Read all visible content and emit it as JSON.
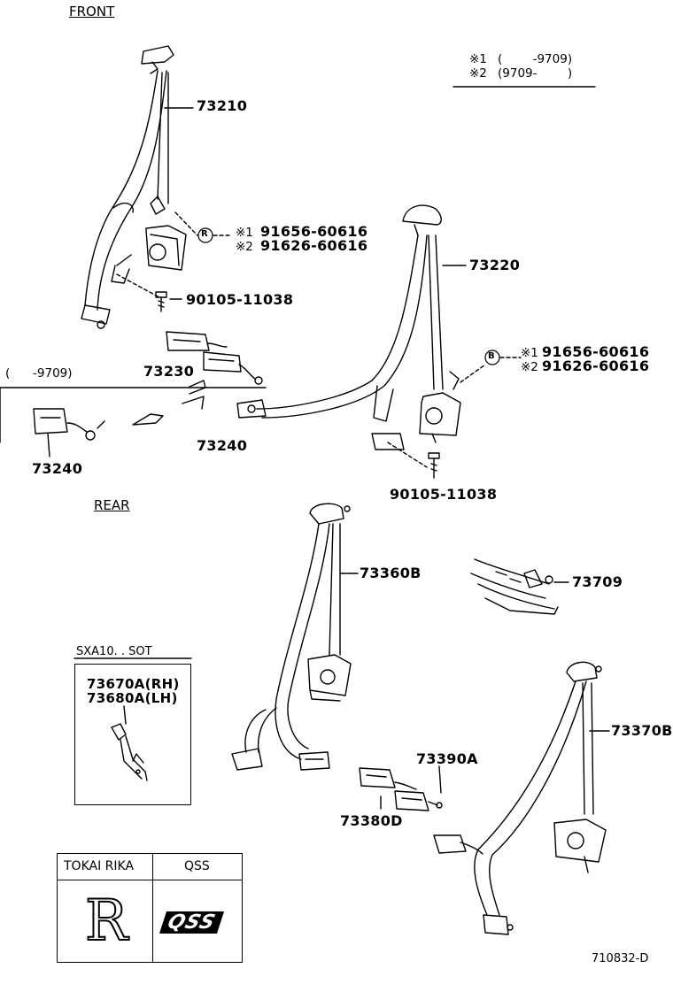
{
  "sections": {
    "front": "FRONT",
    "rear": "REAR"
  },
  "legend": {
    "row1_mark": "※1",
    "row1_range": "(        -9709)",
    "row2_mark": "※2",
    "row2_range": "(9709-        )"
  },
  "front_parts": {
    "p73210": "73210",
    "p73220": "73220",
    "p73230": "73230",
    "p73240_a": "73240",
    "p73240_b": "73240",
    "bolt_left": "90105-11038",
    "bolt_right": "90105-11038",
    "left_nut": {
      "badge": "R",
      "mark1": "※1",
      "part1": "91656-60616",
      "mark2": "※2",
      "part2": "91626-60616"
    },
    "right_nut": {
      "badge": "B",
      "mark1": "※1",
      "part1": "91656-60616",
      "mark2": "※2",
      "part2": "91626-60616"
    },
    "variant_range": "(      -9709)"
  },
  "rear_parts": {
    "p73360B": "73360B",
    "p73709": "73709",
    "p73370B": "73370B",
    "p73390A": "73390A",
    "p73380D": "73380D"
  },
  "inset": {
    "title": "SXA10. . SOT",
    "rh": "73670A(RH)",
    "lh": "73680A(LH)"
  },
  "maker_table": {
    "col1": "TOKAI RIKA",
    "col2": "QSS",
    "logo1": "R",
    "logo2": "QSS"
  },
  "figure_code": "710832-D"
}
